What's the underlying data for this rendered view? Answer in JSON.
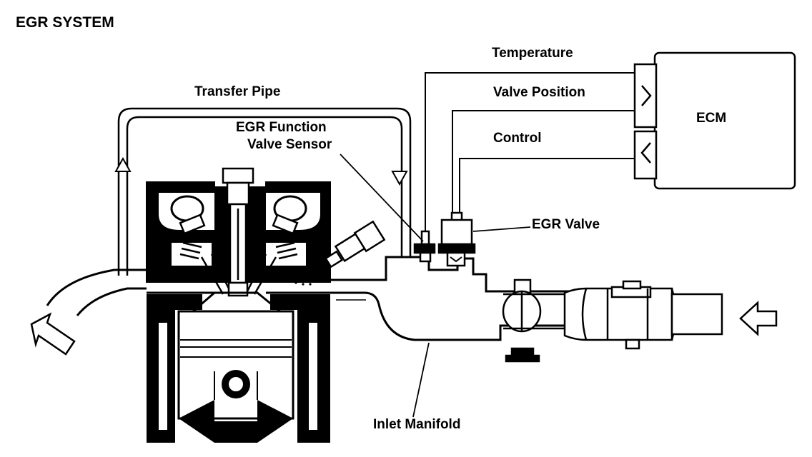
{
  "title": "EGR SYSTEM",
  "labels": {
    "transfer_pipe": "Transfer Pipe",
    "egr_function_line1": "EGR Function",
    "egr_function_line2": "Valve Sensor",
    "temperature": "Temperature",
    "valve_position": "Valve Position",
    "control": "Control",
    "ecm": "ECM",
    "egr_valve": "EGR Valve",
    "inlet_manifold": "Inlet Manifold"
  },
  "colors": {
    "ink": "#000000",
    "paper": "#ffffff"
  }
}
